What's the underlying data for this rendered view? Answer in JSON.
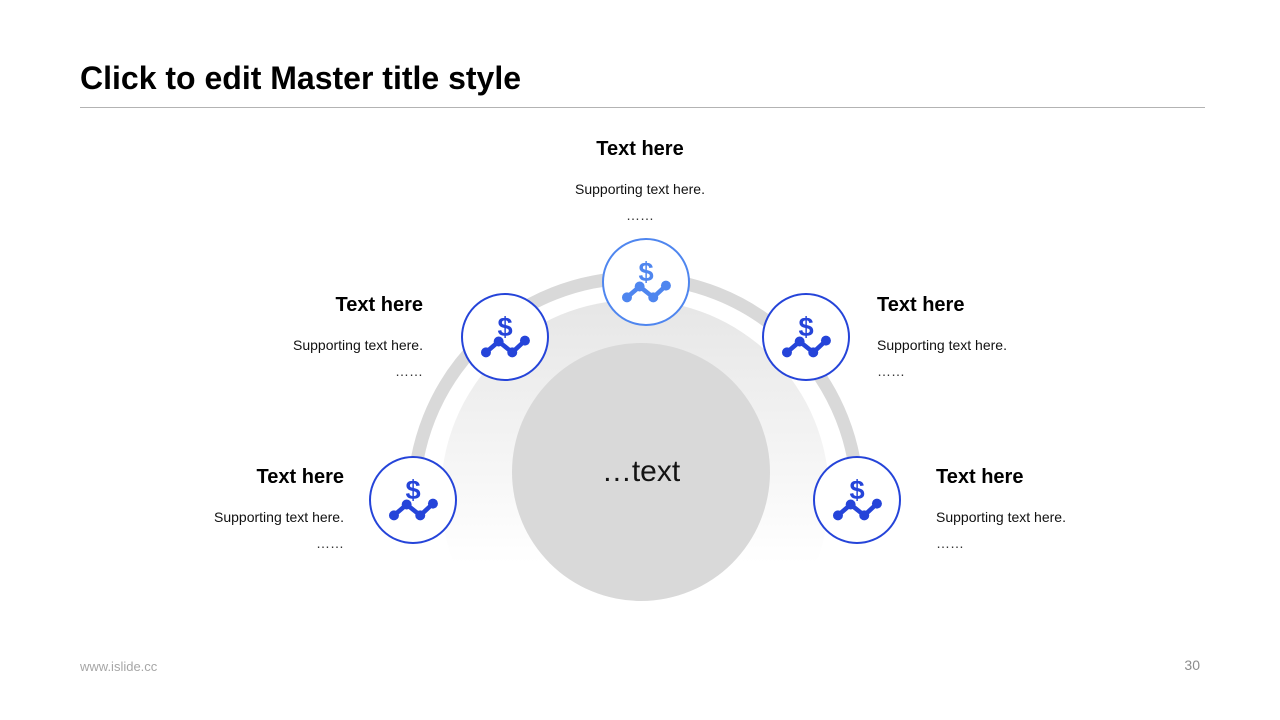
{
  "title": "Click to edit Master title style",
  "diagram": {
    "center_label": "…text",
    "items": [
      {
        "position": "top",
        "title": "Text here",
        "subtitle": "Supporting text here.",
        "ellipsis": "……",
        "icon": "dollar-chart-icon"
      },
      {
        "position": "upper-left",
        "title": "Text here",
        "subtitle": "Supporting text here.",
        "ellipsis": "……",
        "icon": "dollar-chart-icon"
      },
      {
        "position": "upper-right",
        "title": "Text here",
        "subtitle": "Supporting text here.",
        "ellipsis": "……",
        "icon": "dollar-chart-icon"
      },
      {
        "position": "lower-left",
        "title": "Text here",
        "subtitle": "Supporting text here.",
        "ellipsis": "……",
        "icon": "dollar-chart-icon"
      },
      {
        "position": "lower-right",
        "title": "Text here",
        "subtitle": "Supporting text here.",
        "ellipsis": "……",
        "icon": "dollar-chart-icon"
      }
    ]
  },
  "footer": {
    "website": "www.islide.cc",
    "page_number": "30"
  },
  "colors": {
    "accent": "#2544d9",
    "accent-light": "#4f86ef",
    "ring": "#d9d9d9",
    "center-fill": "#d9d9d9"
  }
}
